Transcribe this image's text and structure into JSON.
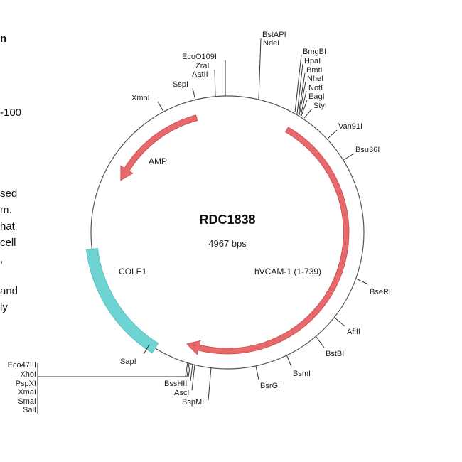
{
  "side_text": {
    "fragments": [
      {
        "text": "n",
        "bold": true
      },
      {
        "text": "-100",
        "bold": false
      },
      {
        "text": "sed",
        "bold": false
      },
      {
        "text": "m.",
        "bold": false
      },
      {
        "text": "hat",
        "bold": false
      },
      {
        "text": "cell",
        "bold": false
      },
      {
        "text": ",",
        "bold": false
      },
      {
        "text": "and",
        "bold": false
      },
      {
        "text": "ly",
        "bold": false
      }
    ]
  },
  "plasmid": {
    "name": "RDC1838",
    "length_label": "4967 bps",
    "total_bp": 4967,
    "backbone_color": "#555555"
  },
  "features": [
    {
      "name": "AMP",
      "label": "AMP",
      "type": "arrow",
      "direction": "ccw",
      "color": "#e8696b"
    },
    {
      "name": "COLE1",
      "label": "COLE1",
      "type": "bar",
      "color": "#6dd3d3"
    },
    {
      "name": "hVCAM-1",
      "label": "hVCAM-1 (1-739)",
      "type": "arrow",
      "direction": "cw",
      "color": "#e8696b"
    }
  ],
  "sites": {
    "top_center": [
      "EcoO109I",
      "ZraI",
      "AatII",
      "SspI",
      "XmnI"
    ],
    "top_bstapi": [
      "BstAPI",
      "NdeI"
    ],
    "top_right_cluster": [
      "BmgBI",
      "HpaI",
      "BmtI",
      "NheI",
      "NotI",
      "EagI",
      "StyI"
    ],
    "right": [
      "Van91I",
      "Bsu36I",
      "BseRI",
      "AflII",
      "BstBI",
      "BsmI",
      "BsrGI"
    ],
    "bottom": [
      "BssHII",
      "AscI",
      "BspMI",
      "SapI"
    ],
    "mcs": [
      "Eco47III",
      "XhoI",
      "PspXI",
      "XmaI",
      "SmaI",
      "SalI"
    ]
  }
}
